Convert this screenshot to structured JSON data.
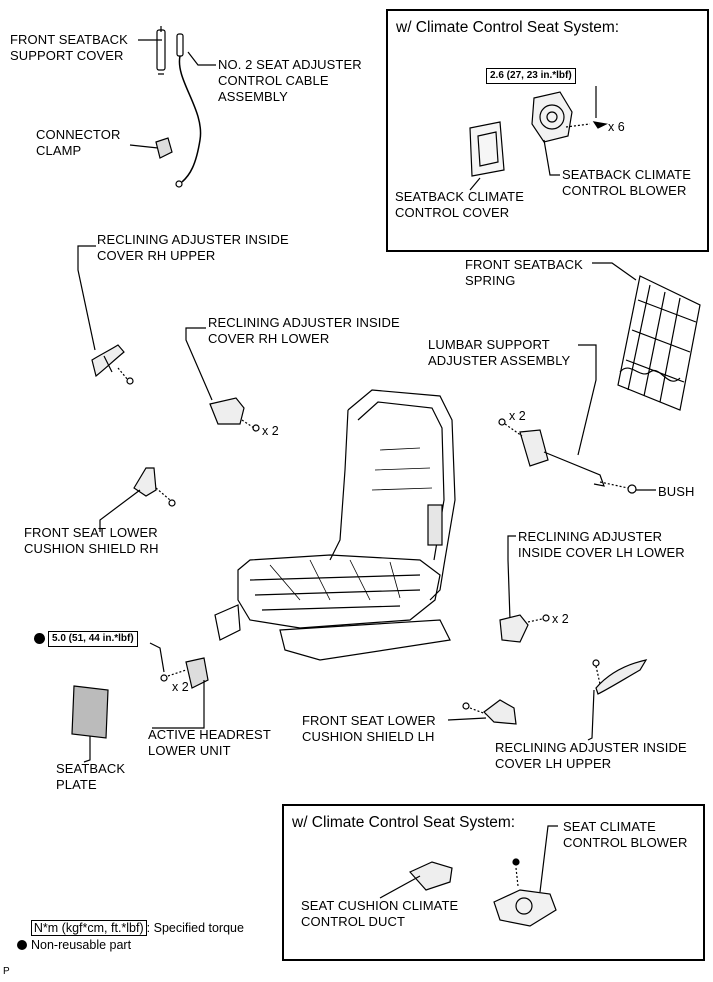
{
  "boxes": {
    "top_title": "w/ Climate Control Seat System:",
    "bottom_title": "w/ Climate Control Seat System:"
  },
  "labels": {
    "front_seatback_support_cover": "FRONT SEATBACK\nSUPPORT COVER",
    "no2_seat_adjuster_cable": "NO. 2 SEAT ADJUSTER\nCONTROL CABLE\nASSEMBLY",
    "connector_clamp": "CONNECTOR\nCLAMP",
    "reclining_rh_upper": "RECLINING ADJUSTER INSIDE\nCOVER RH UPPER",
    "reclining_rh_lower": "RECLINING ADJUSTER INSIDE\nCOVER RH LOWER",
    "seatback_climate_cover": "SEATBACK CLIMATE\nCONTROL COVER",
    "seatback_climate_blower": "SEATBACK CLIMATE\nCONTROL BLOWER",
    "front_seatback_spring": "FRONT SEATBACK\nSPRING",
    "lumbar_support": "LUMBAR SUPPORT\nADJUSTER ASSEMBLY",
    "bush": "BUSH",
    "lower_shield_rh": "FRONT SEAT LOWER\nCUSHION SHIELD RH",
    "reclining_lh_lower": "RECLINING ADJUSTER\nINSIDE COVER LH LOWER",
    "active_headrest": "ACTIVE HEADREST\nLOWER UNIT",
    "seatback_plate": "SEATBACK\nPLATE",
    "lower_shield_lh": "FRONT SEAT LOWER\nCUSHION SHIELD LH",
    "reclining_lh_upper": "RECLINING ADJUSTER INSIDE\nCOVER LH UPPER",
    "seat_climate_blower": "SEAT CLIMATE\nCONTROL BLOWER",
    "seat_cushion_duct": "SEAT CUSHION CLIMATE\nCONTROL DUCT"
  },
  "quantities": {
    "blower_screws": "x 6",
    "rh_lower_screws": "x 2",
    "lumbar_screws": "x 2",
    "lh_lower_screws": "x 2",
    "headrest_nuts": "x 2"
  },
  "torques": {
    "blower": "2.6 (27, 23 in.*lbf)",
    "headrest": "5.0 (51, 44 in.*lbf)"
  },
  "legend": {
    "torque_box": "N*m (kgf*cm, ft.*lbf)",
    "torque_text": ": Specified torque",
    "nonreusable_text": "Non-reusable part"
  },
  "footer": {
    "code": "P"
  }
}
